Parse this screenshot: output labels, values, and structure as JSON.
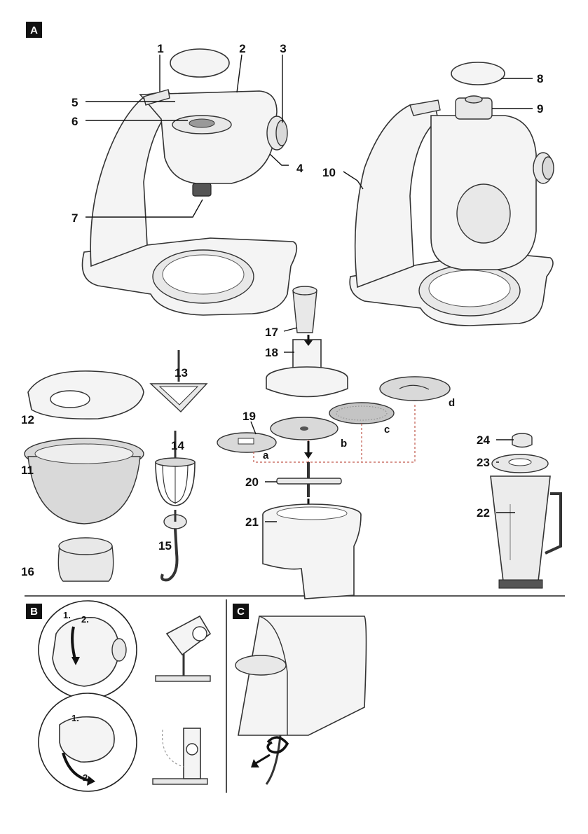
{
  "sections": {
    "a": {
      "badge": "A"
    },
    "b": {
      "badge": "B"
    },
    "c": {
      "badge": "C"
    }
  },
  "parts": [
    "1",
    "2",
    "3",
    "4",
    "5",
    "6",
    "7",
    "8",
    "9",
    "10",
    "11",
    "12",
    "13",
    "14",
    "15",
    "16",
    "17",
    "18",
    "19",
    "20",
    "21",
    "22",
    "23",
    "24"
  ],
  "discs": [
    "a",
    "b",
    "c",
    "d"
  ],
  "steps": {
    "b_top": [
      "1.",
      "2."
    ],
    "b_bottom": [
      "1.",
      "2."
    ]
  },
  "colors": {
    "ink": "#111111",
    "badge_bg": "#111111",
    "dashed_lines": "#c0584a"
  }
}
